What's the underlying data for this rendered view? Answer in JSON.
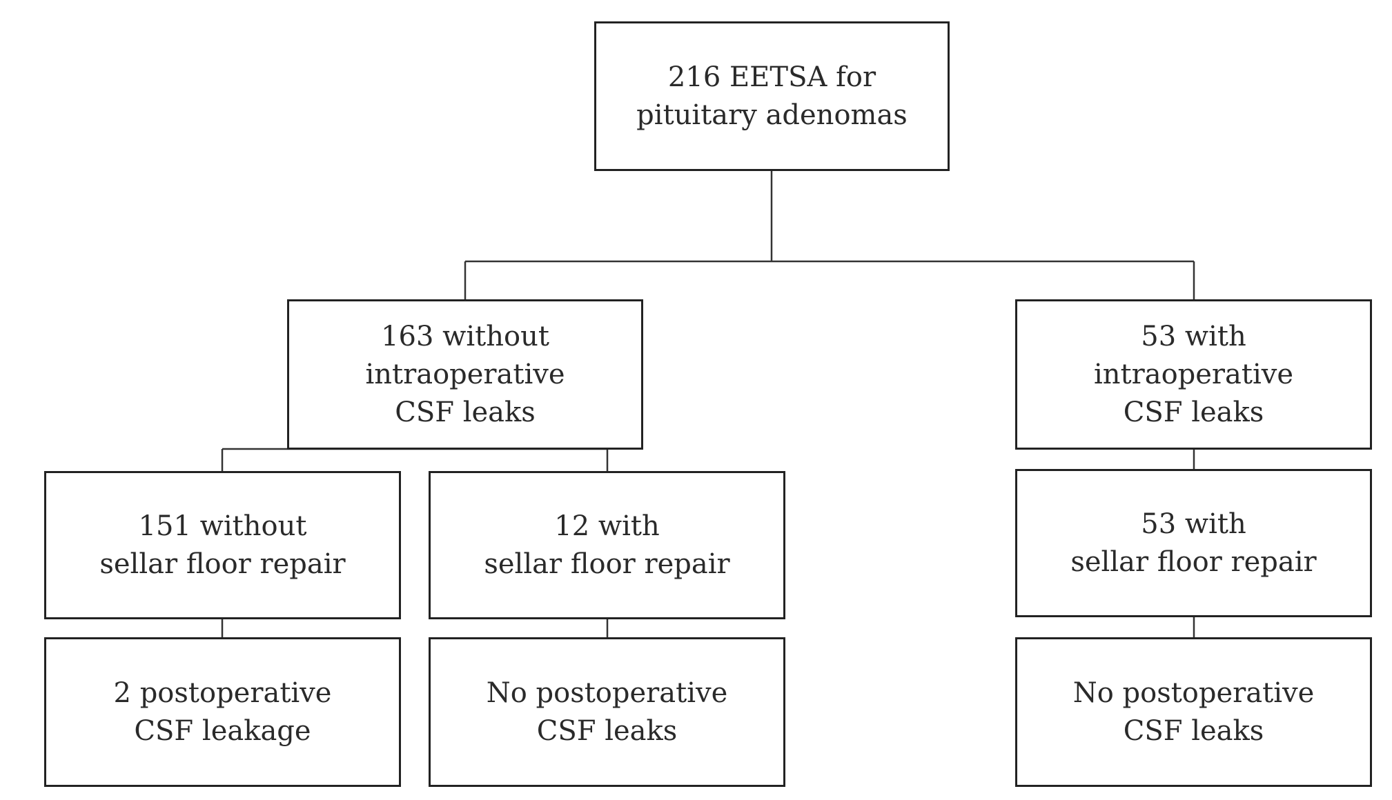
{
  "diagram": {
    "root": {
      "lines": [
        "216 EETSA for",
        "pituitary adenomas"
      ]
    },
    "without_leaks": {
      "lines": [
        "163 without",
        "intraoperative",
        "CSF leaks"
      ]
    },
    "with_leaks": {
      "lines": [
        "53 with",
        "intraoperative",
        "CSF leaks"
      ]
    },
    "without_repair": {
      "lines": [
        "151 without",
        "sellar floor repair"
      ]
    },
    "with_repair_12": {
      "lines": [
        "12 with",
        "sellar floor repair"
      ]
    },
    "with_repair_53": {
      "lines": [
        "53 with",
        "sellar floor repair"
      ]
    },
    "outcome_leakage": {
      "lines": [
        "2 postoperative",
        "CSF leakage"
      ]
    },
    "outcome_none_12": {
      "lines": [
        "No postoperative",
        "CSF leaks"
      ]
    },
    "outcome_none_53": {
      "lines": [
        "No postoperative",
        "CSF leaks"
      ]
    }
  },
  "colors": {
    "border": "#222222",
    "text": "#2a2a2a",
    "connector": "#333333"
  }
}
